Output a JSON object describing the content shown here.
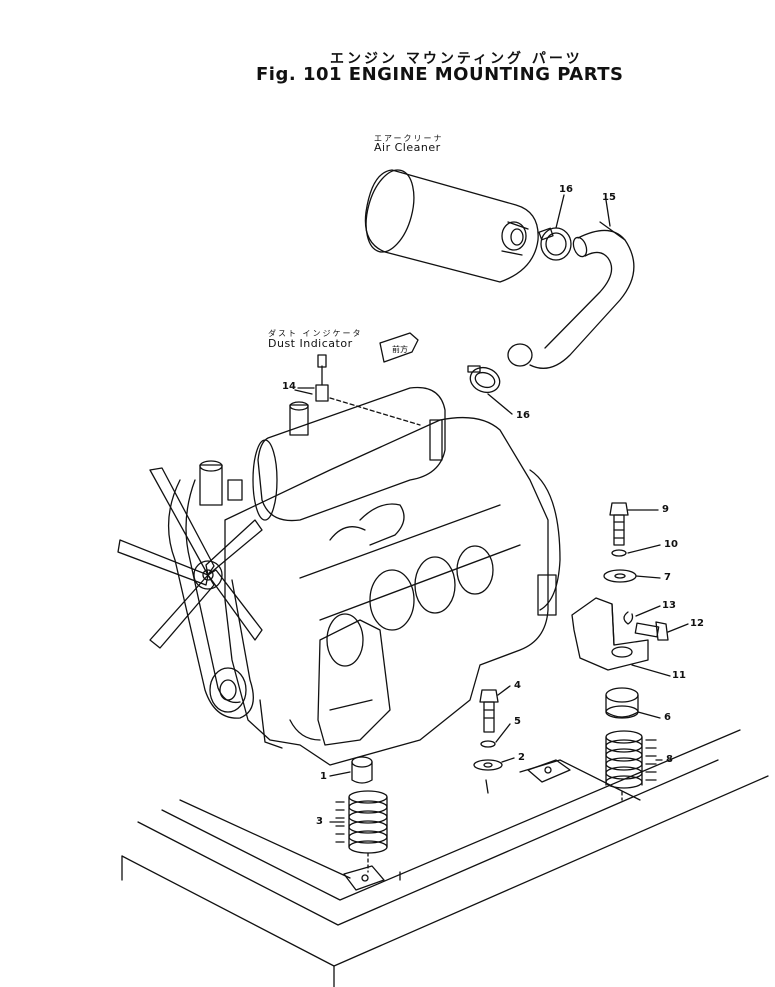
{
  "title": {
    "jp": "エンジン マウンティング パーツ",
    "en": "Fig. 101 ENGINE MOUNTING PARTS"
  },
  "labels": {
    "air_cleaner_jp": "エアークリーナ",
    "air_cleaner_en": "Air Cleaner",
    "dust_indicator_jp": "ダスト インジケータ",
    "dust_indicator_en": "Dust Indicator",
    "direction_tag": "前方"
  },
  "callouts": {
    "c1": "1",
    "c2": "2",
    "c3": "3",
    "c4": "4",
    "c5": "5",
    "c6": "6",
    "c7": "7",
    "c8": "8",
    "c9": "9",
    "c10": "10",
    "c11": "11",
    "c12": "12",
    "c13": "13",
    "c14": "14",
    "c15": "15",
    "c16a": "16",
    "c16b": "16"
  }
}
